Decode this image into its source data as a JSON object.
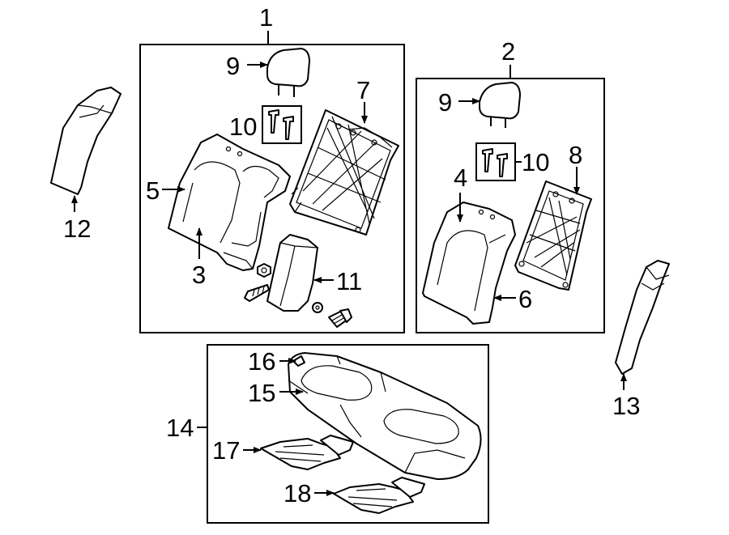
{
  "callouts": {
    "c1": "1",
    "c2": "2",
    "c3": "3",
    "c4": "4",
    "c5": "5",
    "c6": "6",
    "c7": "7",
    "c8": "8",
    "c9a": "9",
    "c9b": "9",
    "c10a": "10",
    "c10b": "10",
    "c11": "11",
    "c12": "12",
    "c13": "13",
    "c14": "14",
    "c15": "15",
    "c16": "16",
    "c17": "17",
    "c18": "18"
  }
}
